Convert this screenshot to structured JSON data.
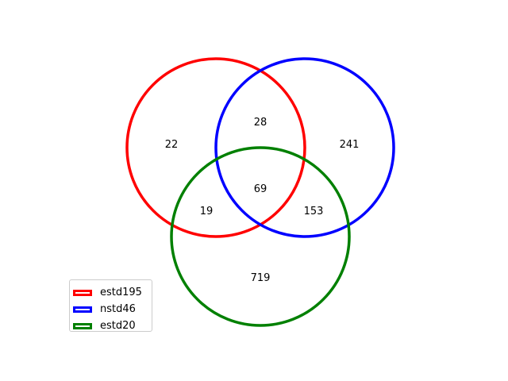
{
  "sets": [
    {
      "name": "estd195",
      "color": "#ff0000"
    },
    {
      "name": "nstd46",
      "color": "#0000ff"
    },
    {
      "name": "estd20",
      "color": "#008000"
    }
  ],
  "regions": {
    "only_estd195": "22",
    "only_nstd46": "241",
    "only_estd20": "719",
    "estd195_nstd46": "28",
    "estd195_estd20": "19",
    "nstd46_estd20": "153",
    "all_three": "69"
  }
}
